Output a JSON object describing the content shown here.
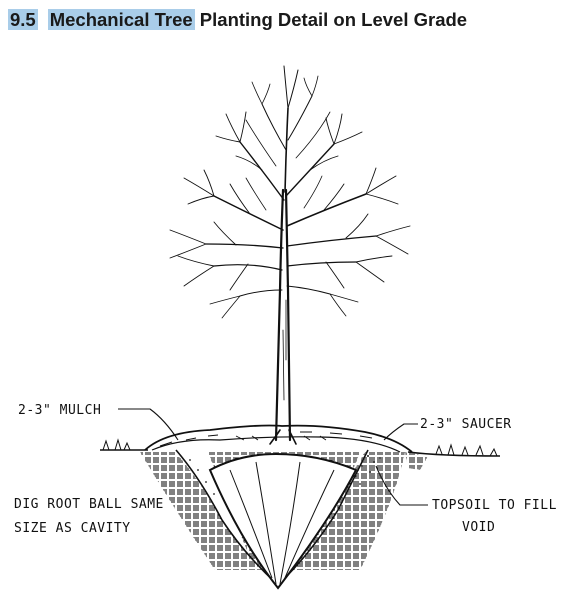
{
  "header": {
    "section_number": "9.5",
    "highlighted_title": "Mechanical Tree",
    "title_rest": "Planting Detail on Level Grade"
  },
  "labels": {
    "mulch": "2-3\" MULCH",
    "saucer": "2-3\" SAUCER",
    "dig_line1": "DIG ROOT BALL SAME",
    "dig_line2": "SIZE AS CAVITY",
    "topsoil_line1": "TOPSOIL TO FILL",
    "topsoil_line2": "VOID"
  }
}
